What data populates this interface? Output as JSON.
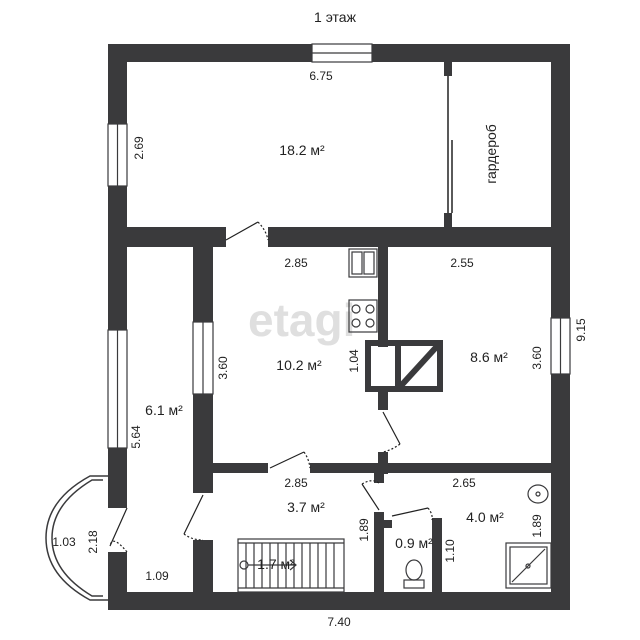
{
  "title": "1 этаж",
  "watermark": "etagi",
  "colors": {
    "wall": "#3a3a3c",
    "line": "#222222",
    "background": "#ffffff"
  },
  "rooms": {
    "top_room": {
      "area": "18.2 м²",
      "wardrobe": "гардероб",
      "dim_width": "6.75",
      "dim_height": "2.69"
    },
    "corridor": {
      "area": "6.1 м²",
      "dim_height": "5.64",
      "dim_width": "1.09"
    },
    "kitchen": {
      "area": "10.2 м²",
      "dim_width": "2.85",
      "dim_height": "3.60",
      "dim_inner": "1.04"
    },
    "right_room": {
      "area": "8.6 м²",
      "dim_width": "2.55",
      "dim_height": "3.60"
    },
    "hall": {
      "area": "3.7 м²",
      "dim_width": "2.85",
      "dim_height": "1.89"
    },
    "stairs": {
      "area": "1.7 м²"
    },
    "wc": {
      "area": "0.9 м²",
      "dim_height": "1.10"
    },
    "bath": {
      "area": "4.0 м²",
      "dim_width": "2.65",
      "dim_height": "1.89"
    },
    "porch": {
      "dim_outer": "1.03",
      "dim_inner": "2.18"
    }
  },
  "overall": {
    "width": "7.40",
    "height": "9.15"
  },
  "icons": [
    "sink-icon",
    "stove-icon",
    "toilet-icon",
    "shower-icon",
    "washbasin-icon",
    "stairs-icon",
    "staircase-opening-icon"
  ]
}
